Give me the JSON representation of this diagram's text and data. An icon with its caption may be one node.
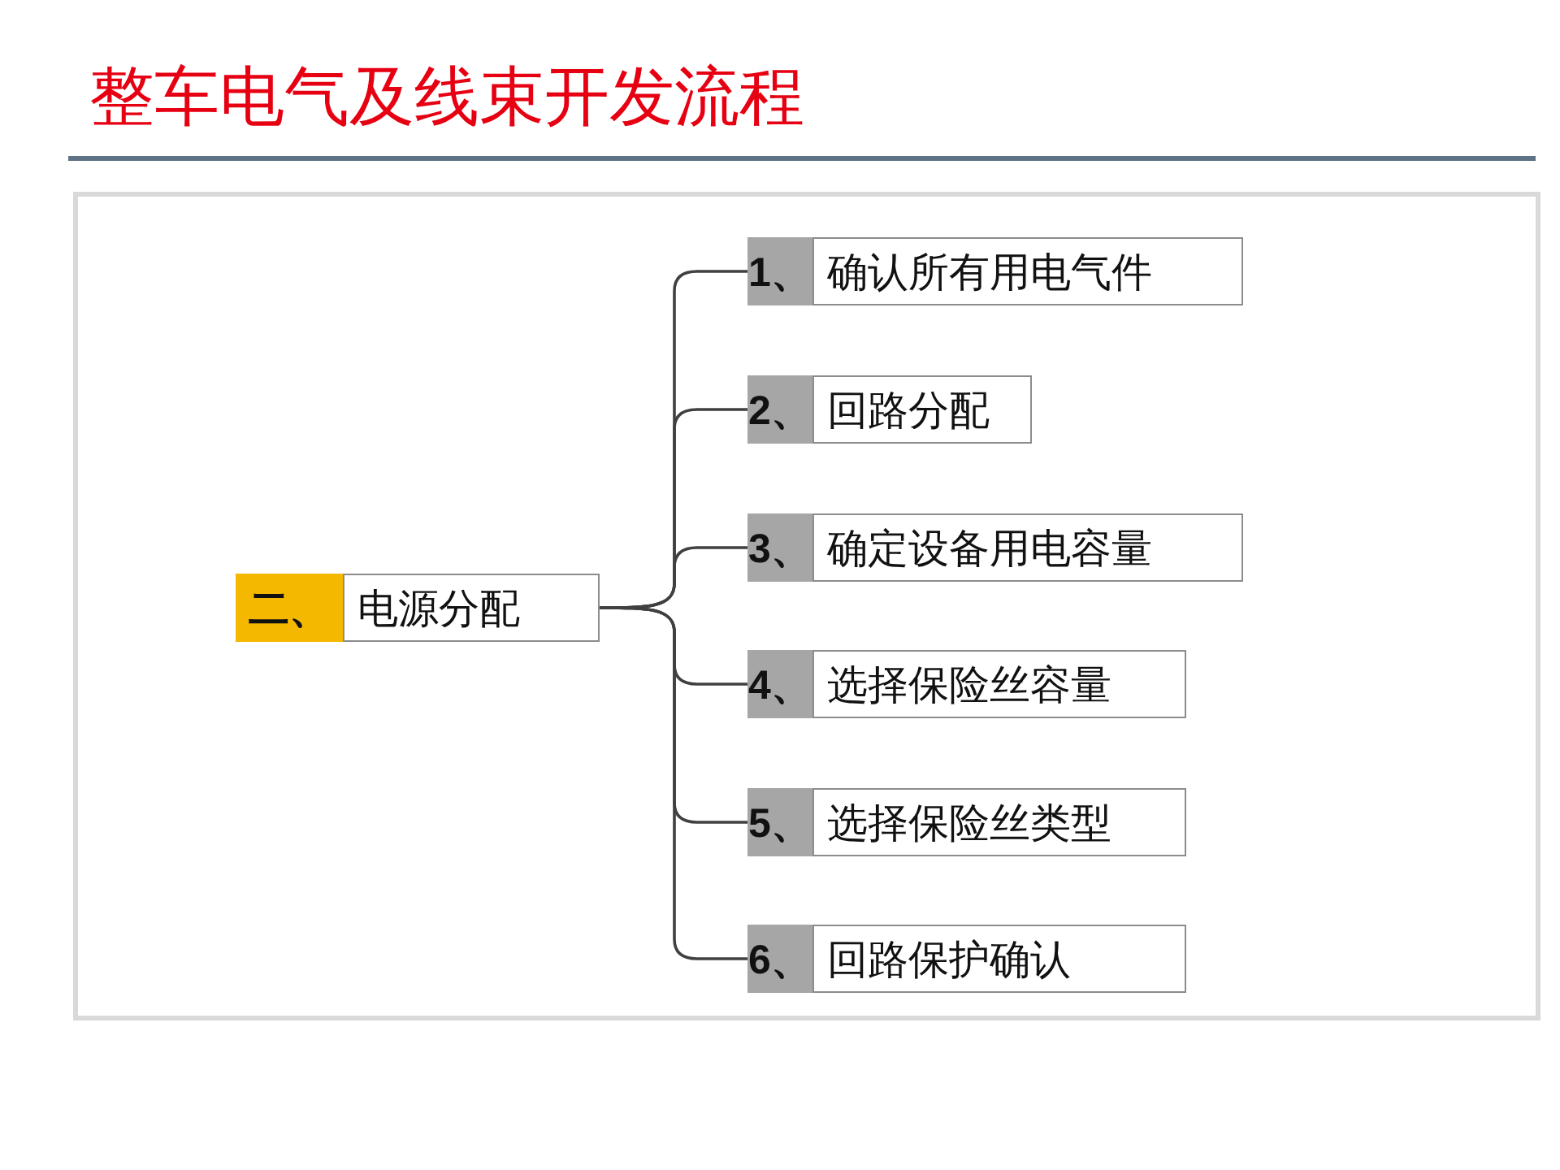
{
  "diagram": {
    "title": "整车电气及线束开发流程",
    "nodes": [
      {
        "text": [
          "二、",
          "电源分配"
        ]
      },
      {
        "text": [
          "1、",
          "确认所有用电气件"
        ]
      },
      {
        "text": [
          "2、",
          "回路分配"
        ]
      },
      {
        "text": [
          "3、",
          "确定设备用电容量"
        ]
      },
      {
        "text": [
          "4、",
          "选择保险丝容量"
        ]
      },
      {
        "text": [
          "5、",
          "选择保险丝类型"
        ]
      },
      {
        "text": [
          "6、",
          "回路保护确认"
        ]
      }
    ],
    "edges": [
      {
        "from": 0,
        "to": 1,
        "arrow": "none"
      },
      {
        "from": 0,
        "to": 2,
        "arrow": "none"
      },
      {
        "from": 0,
        "to": 3,
        "arrow": "none"
      },
      {
        "from": 0,
        "to": 4,
        "arrow": "none"
      },
      {
        "from": 0,
        "to": 5,
        "arrow": "none"
      },
      {
        "from": 0,
        "to": 6,
        "arrow": "none"
      }
    ]
  }
}
